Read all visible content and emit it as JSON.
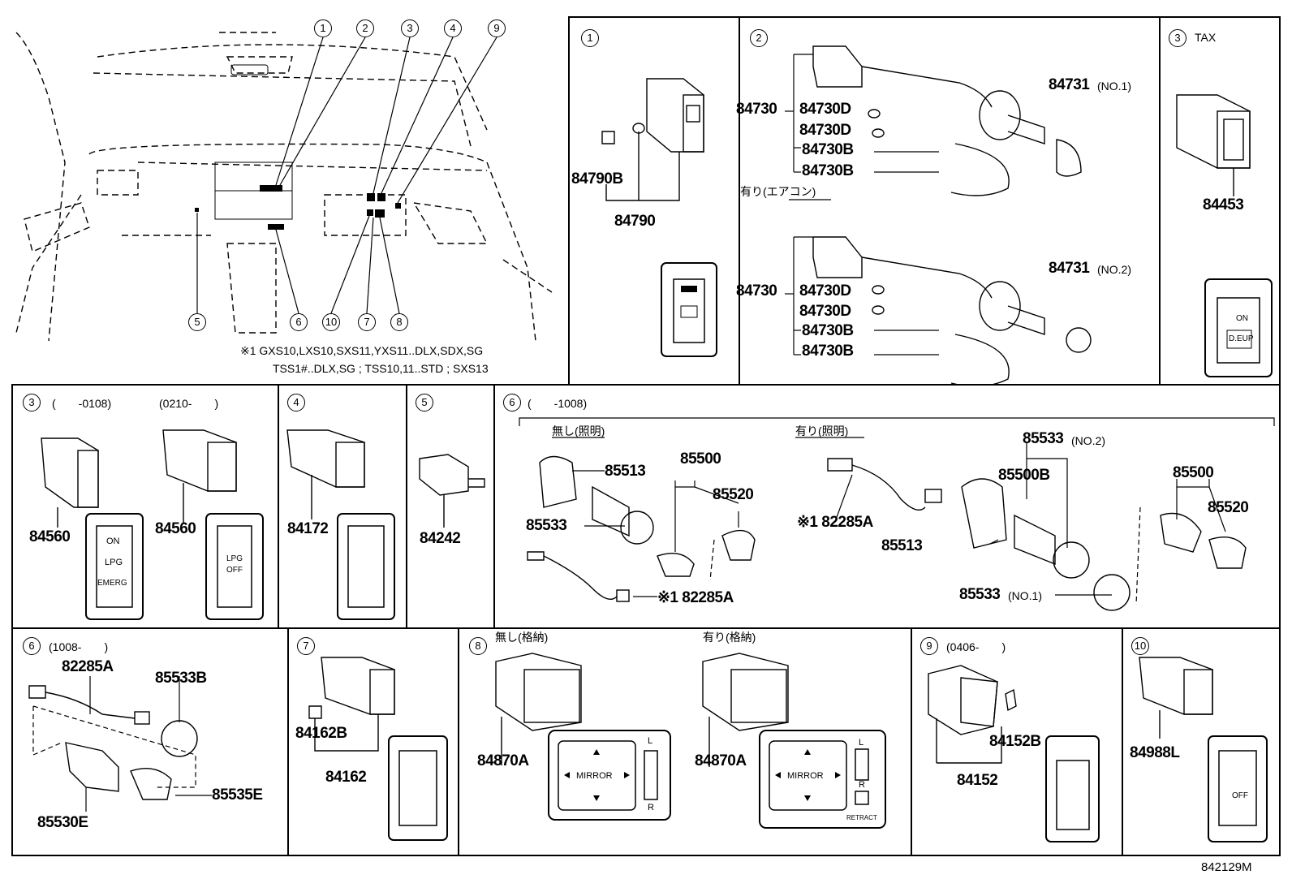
{
  "overview": {
    "callouts_top": [
      "1",
      "2",
      "3",
      "4",
      "9"
    ],
    "callouts_bottom": [
      "5",
      "6",
      "10",
      "7",
      "8"
    ],
    "note_line1": "※1 GXS10,LXS10,SXS11,YXS11..DLX,SDX,SG",
    "note_line2": "TSS1#..DLX,SG ; TSS10,11..STD ; SXS13"
  },
  "p1": {
    "num": "1",
    "parts": [
      "84790B",
      "84790"
    ]
  },
  "p2": {
    "num": "2",
    "top": [
      "84730",
      "84730D",
      "84730D",
      "84730B",
      "84730B",
      "84731",
      "(NO.1)"
    ],
    "sub": "有り(エアコン)",
    "bot": [
      "84730",
      "84730D",
      "84730D",
      "84730B",
      "84730B",
      "84731",
      "(NO.2)"
    ]
  },
  "p3tax": {
    "num": "3",
    "label": "TAX",
    "part": "84453",
    "sw": [
      "ON",
      "D.EUP"
    ]
  },
  "p3": {
    "num": "3",
    "range1": "(　　-0108)",
    "range2": "(0210-　　)",
    "parts": [
      "84560",
      "84560"
    ],
    "sw1": [
      "ON",
      "LPG",
      "EMERG"
    ],
    "sw2": [
      "LPG",
      "OFF"
    ]
  },
  "p4": {
    "num": "4",
    "part": "84172"
  },
  "p5": {
    "num": "5",
    "part": "84242"
  },
  "p6a": {
    "num": "6",
    "range": "(　　-1008)",
    "nasi": "無し(照明)",
    "ari": "有り(照明)",
    "parts": [
      "85513",
      "85500",
      "85520",
      "85533",
      "※1 82285A",
      "85533",
      "(NO.2)",
      "85500B",
      "※1 82285A",
      "85513",
      "85533",
      "(NO.1)",
      "85500",
      "85520"
    ]
  },
  "p6b": {
    "num": "6",
    "range": "(1008-　　)",
    "parts": [
      "82285A",
      "85533B",
      "85530E",
      "85535E"
    ]
  },
  "p7": {
    "num": "7",
    "parts": [
      "84162B",
      "84162"
    ]
  },
  "p8": {
    "num": "8",
    "nasi": "無し(格納)",
    "ari": "有り(格納)",
    "parts": [
      "84870A",
      "84870A"
    ],
    "mirror": "MIRROR",
    "L": "L",
    "R": "R",
    "retract": "RETRACT"
  },
  "p9": {
    "num": "9",
    "range": "(0406-　　)",
    "parts": [
      "84152B",
      "84152"
    ]
  },
  "p10": {
    "num": "10",
    "part": "84988L",
    "sw": "OFF"
  },
  "footer": "842129M"
}
